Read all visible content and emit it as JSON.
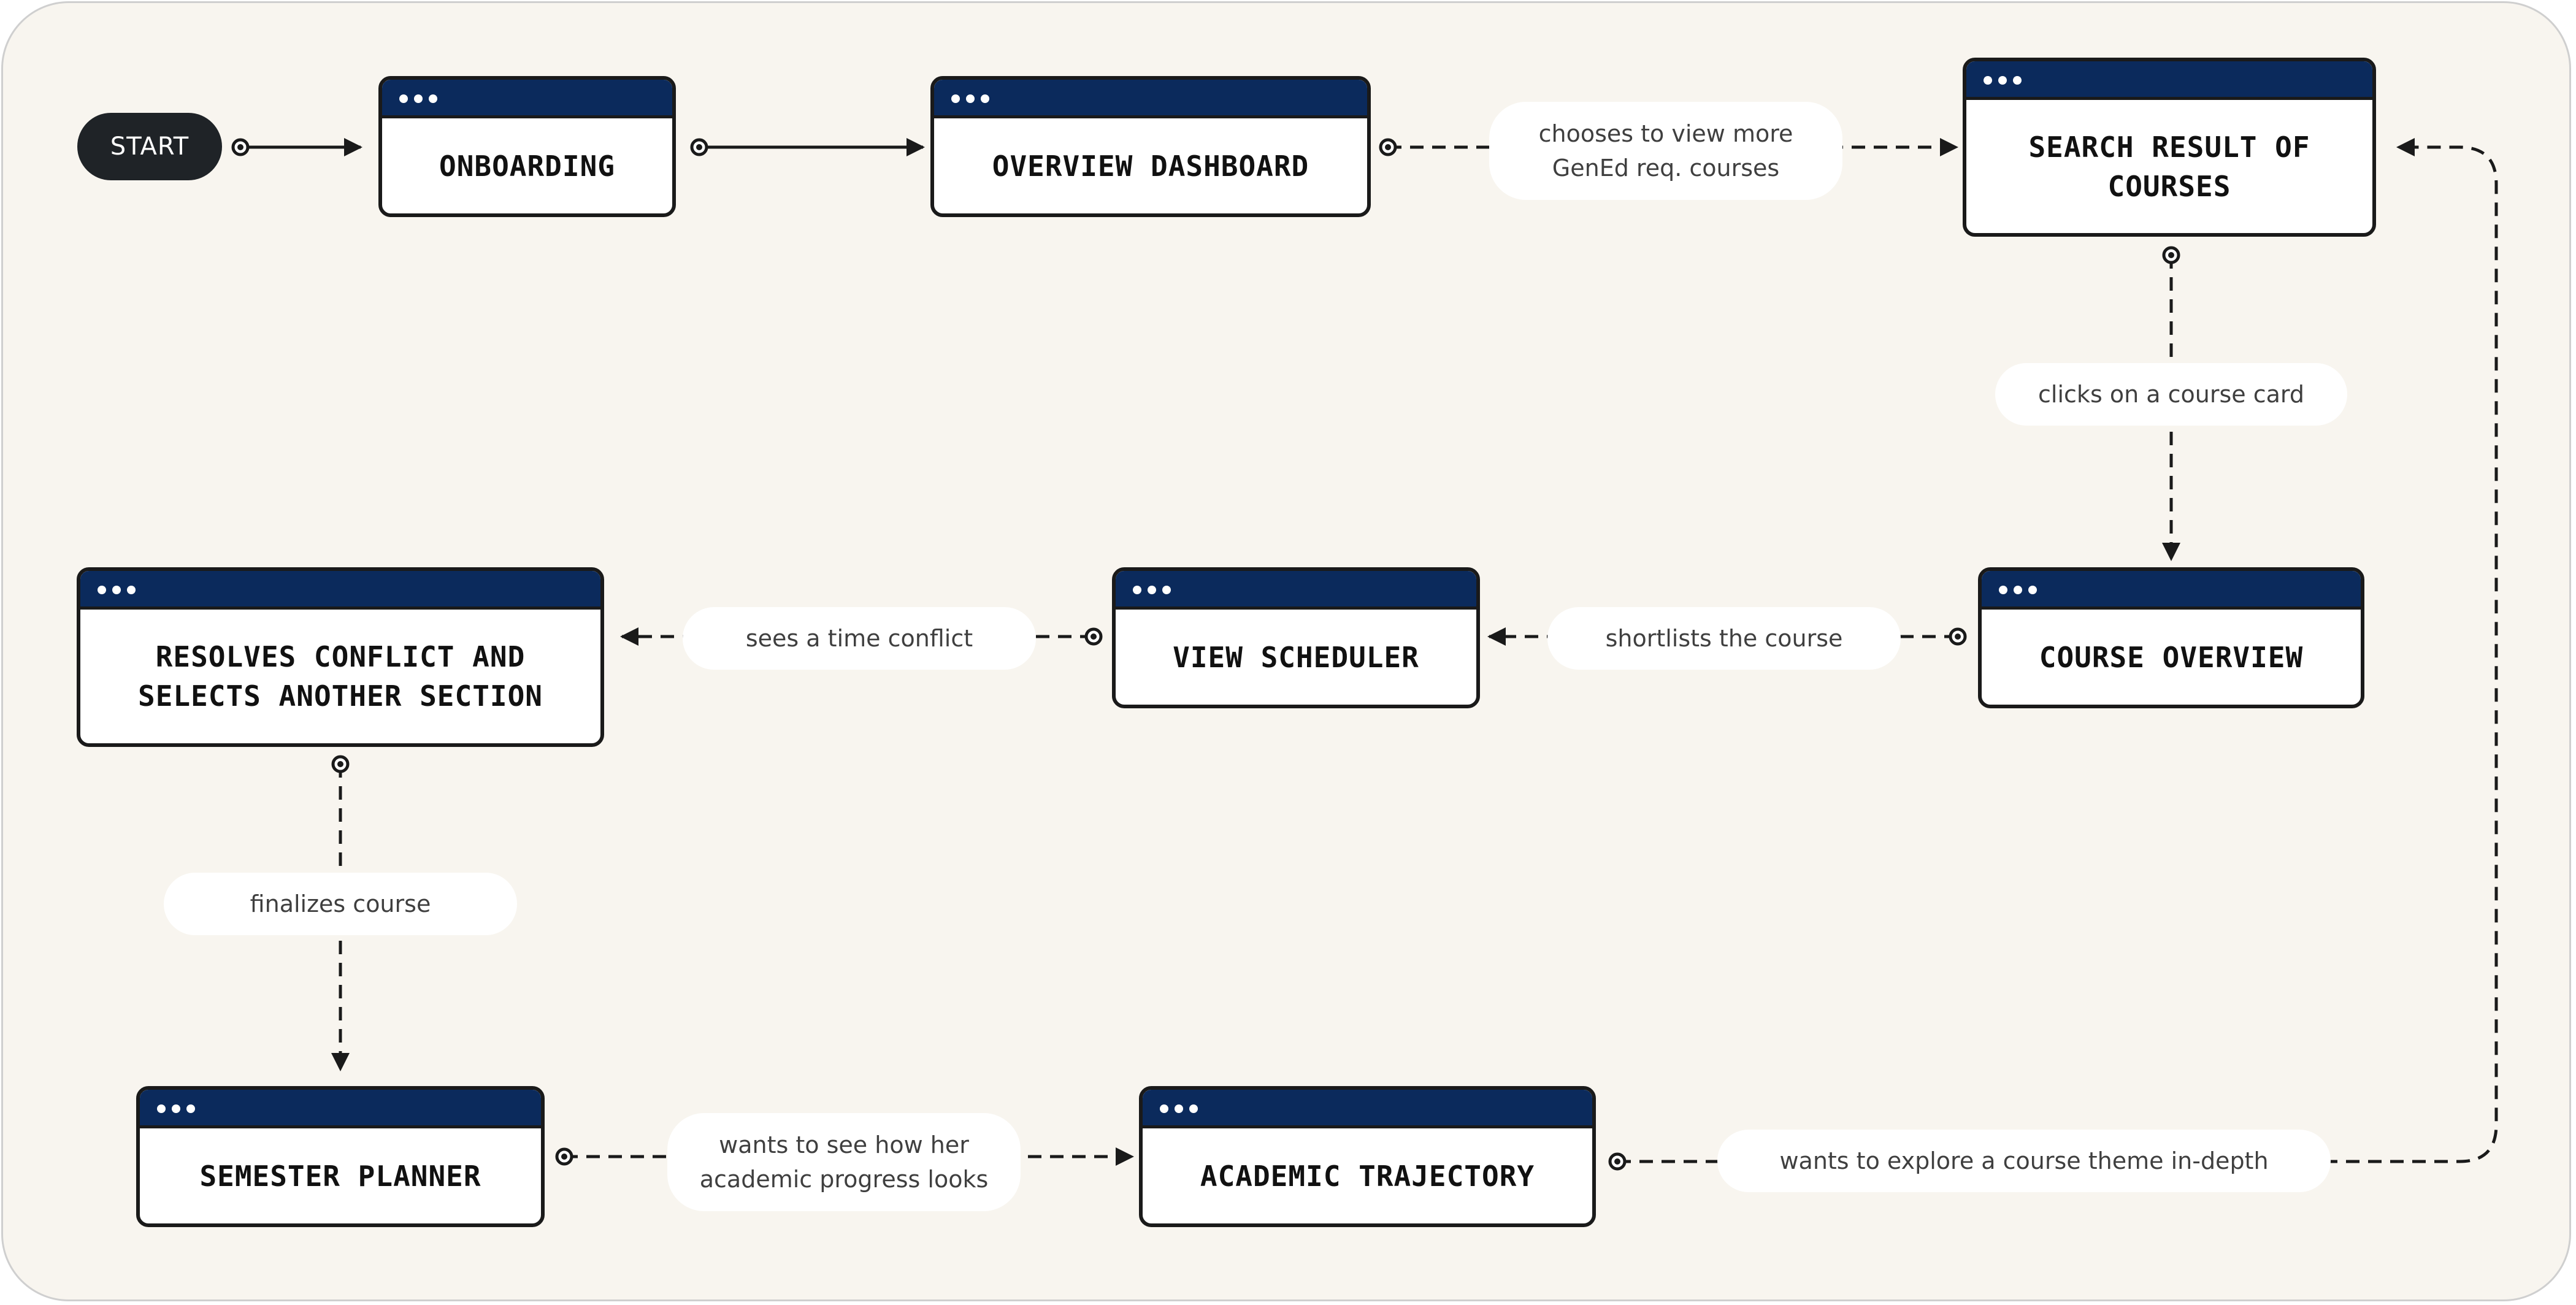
{
  "start": {
    "label": "START"
  },
  "screens": {
    "onboarding": "ONBOARDING",
    "overview_dashboard": "OVERVIEW DASHBOARD",
    "search_results": "SEARCH RESULT OF\nCOURSES",
    "course_overview": "COURSE OVERVIEW",
    "view_scheduler": "VIEW SCHEDULER",
    "resolves_conflict": "RESOLVES CONFLICT AND\nSELECTS ANOTHER SECTION",
    "semester_planner": "SEMESTER PLANNER",
    "academic_trajectory": "ACADEMIC TRAJECTORY"
  },
  "transitions": {
    "view_more_gened": "chooses to view more\nGenEd req. courses",
    "clicks_course_card": "clicks on a course card",
    "shortlists_course": "shortlists the course",
    "time_conflict": "sees a time conflict",
    "finalizes_course": "finalizes course",
    "see_progress": "wants to see how her\nacademic progress looks",
    "explore_theme": "wants to explore a course theme in-depth"
  },
  "colors": {
    "panel_background": "#f8f5ef",
    "title_bar": "#0b2a5c",
    "stroke": "#1a1a1a",
    "start_pill": "#1f2327"
  }
}
